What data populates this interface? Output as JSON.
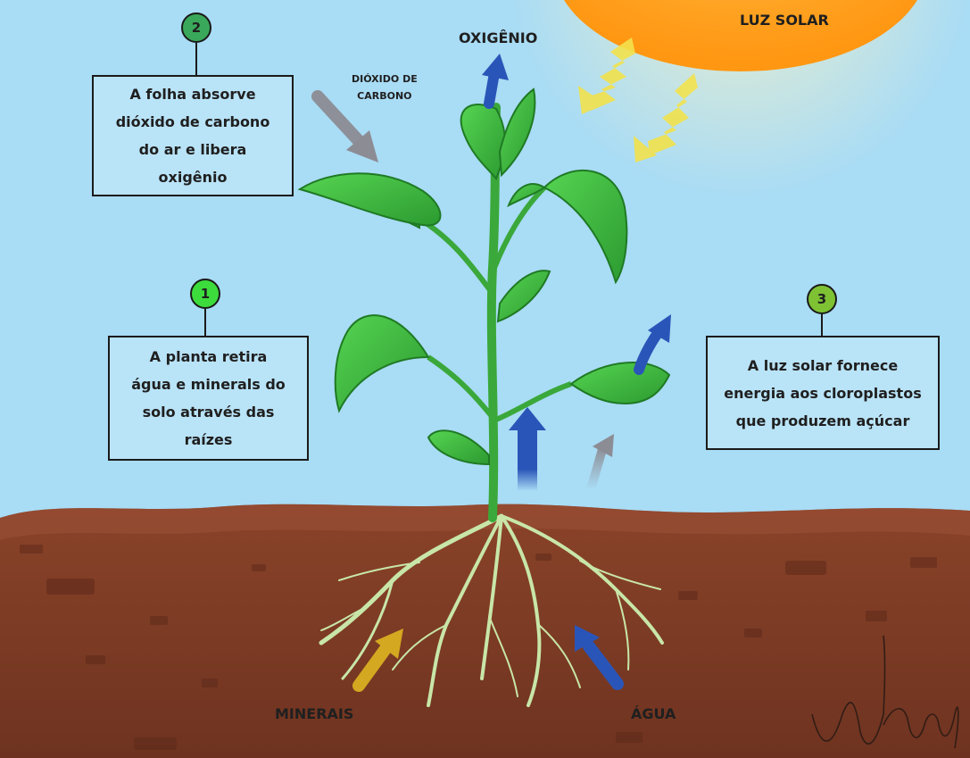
{
  "steps": [
    {
      "number": "1",
      "text": "A planta retira água e minerals do solo através das raízes",
      "badge_color": "#3ddc3d"
    },
    {
      "number": "2",
      "text": "A folha absorve dióxido de carbono do ar e libera oxigênio",
      "badge_color": "#3aa85a"
    },
    {
      "number": "3",
      "text": "A luz solar fornece energia aos cloroplastos que produzem açúcar",
      "badge_color": "#7ec234"
    }
  ],
  "labels": {
    "sun": "LUZ SOLAR",
    "oxygen": "OXIGÊNIO",
    "co2_line1": "DIÓXIDO DE",
    "co2_line2": "CARBONO",
    "minerals": "MINERAIS",
    "water": "ÁGUA"
  },
  "signature": "Wanly",
  "colors": {
    "sky": "#a9dcf5",
    "soil": "#7a3a22",
    "sun": "#ffa020",
    "leaf": "#3cb83c",
    "water_arrow": "#1f4fb4",
    "mineral_arrow": "#d4a820",
    "co2_arrow": "#8a8a8a",
    "light_arrow": "#f3e24a"
  }
}
